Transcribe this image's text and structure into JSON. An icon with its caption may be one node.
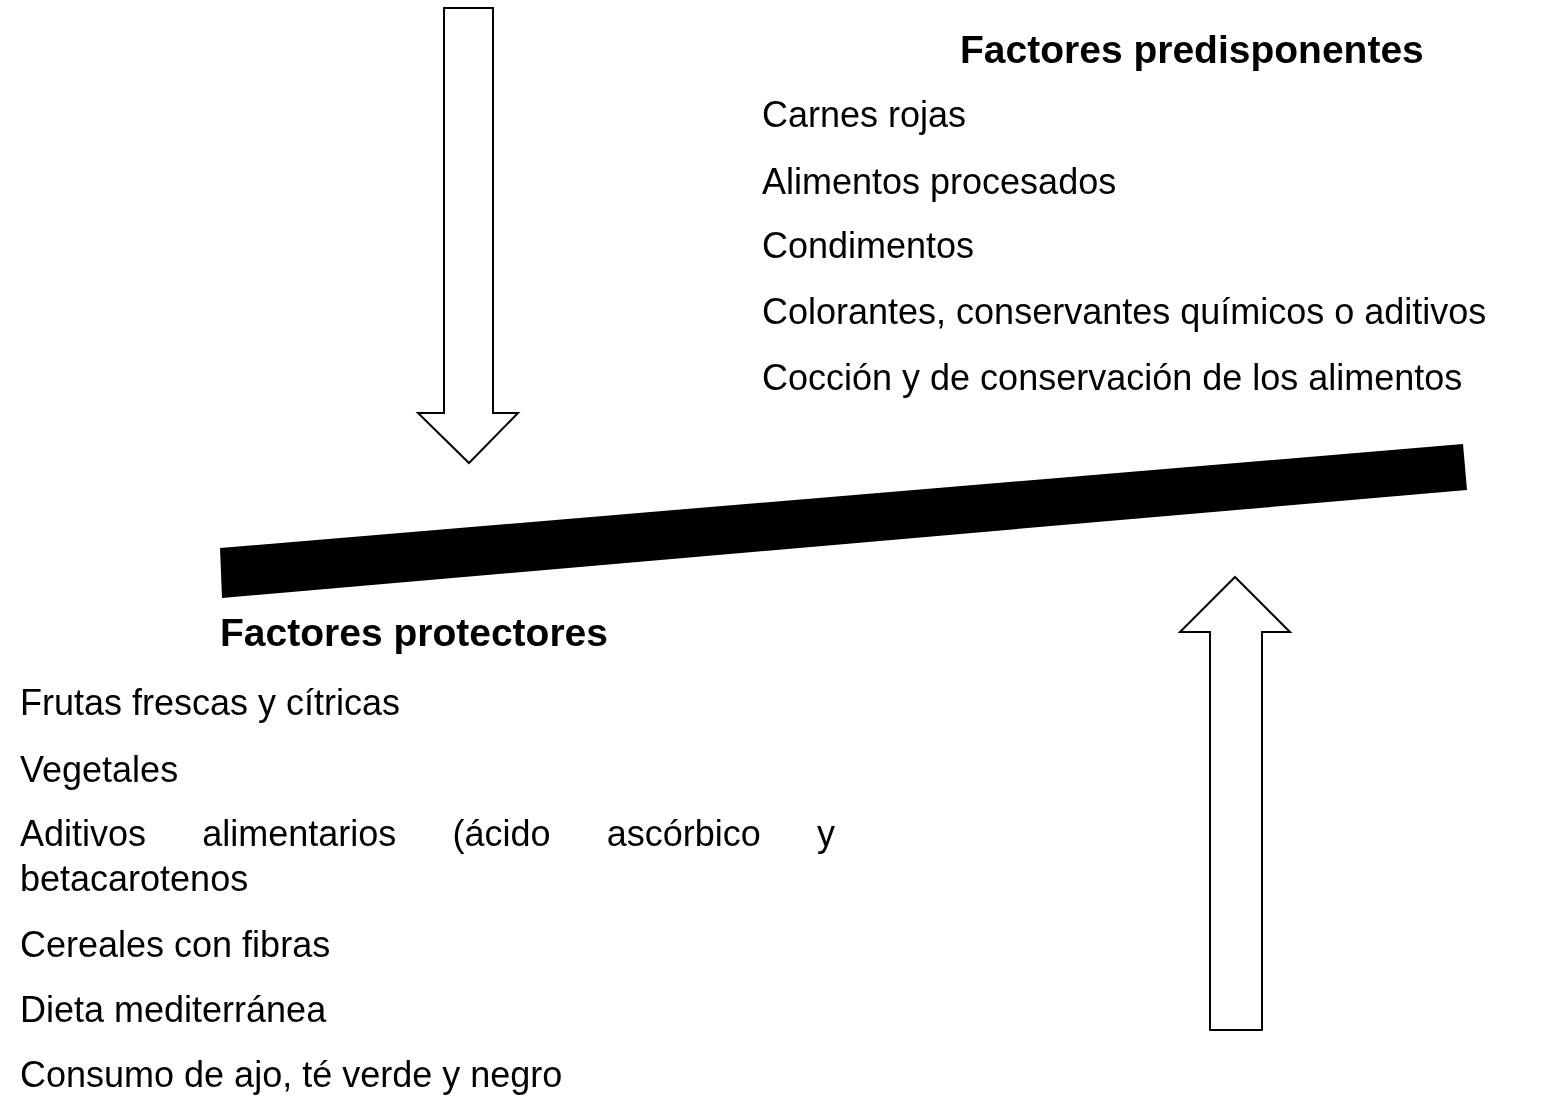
{
  "diagram": {
    "labels": [
      "Factores predisponentes",
      "Carnes rojas",
      "Alimentos procesados",
      "Condimentos",
      "Colorantes, conservantes químicos o aditivos",
      "Cocción y de conservación de los alimentos",
      "Factores protectores",
      "Frutas frescas y cítricas",
      "Vegetales",
      "Aditivos alimentarios (ácido ascórbico y betacarotenos",
      "Cereales con fibras",
      "Dieta mediterránea",
      "Consumo de ajo, té verde y negro"
    ]
  }
}
